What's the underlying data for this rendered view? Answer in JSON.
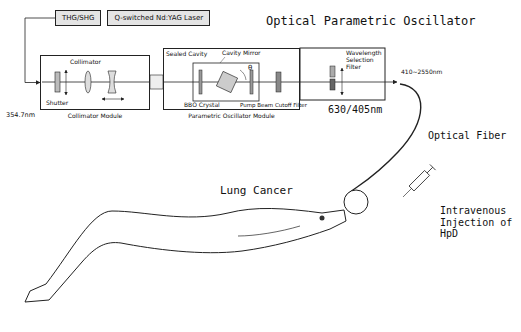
{
  "diagram": {
    "title": "Optical Parametric Oscillator",
    "nodes": [
      {
        "text": [
          "THG/SHG"
        ]
      },
      {
        "text": [
          "Q-switched Nd:YAG Laser"
        ]
      },
      {
        "text": [
          "Collimator Module"
        ]
      },
      {
        "text": [
          "Parametric Oscillator Module"
        ]
      }
    ],
    "edges": [
      {
        "from": 0,
        "to": 2,
        "label": "354.7nm",
        "arrow": "to"
      }
    ],
    "labels": [
      "Collimator",
      "Shutter",
      "Sealed Cavity",
      "Cavity Mirror",
      "θ",
      "BBO Crystal",
      "Pump Beam Cutoff Filter",
      "Wavelength Selection Filter",
      "410~2550nm",
      "630/405nm",
      "Optical Fiber",
      "Lung Cancer",
      "Intravenous Injection of HpD"
    ]
  }
}
